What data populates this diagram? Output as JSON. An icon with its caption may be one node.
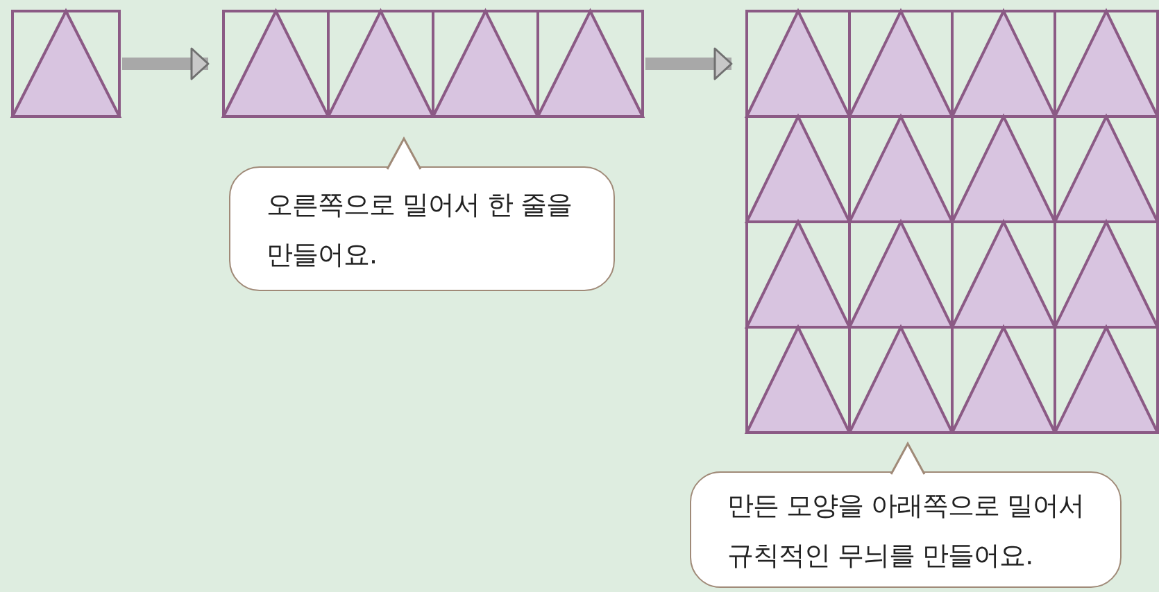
{
  "diagram": {
    "nodes": [
      {
        "text": [],
        "shape": "box"
      },
      {
        "text": [],
        "shape": "box"
      },
      {
        "text": [],
        "shape": "box"
      },
      {
        "text": [
          "오른쪽으로 밀어서 한 줄을 만들어요."
        ]
      },
      {
        "text": [
          "만든 모양을 아래쪽으로 밀어서 규칙적인 무늬를 만들어요."
        ]
      }
    ],
    "edges": [
      {
        "from": 0,
        "to": 1,
        "arrow": "to"
      },
      {
        "from": 1,
        "to": 2,
        "arrow": "to"
      }
    ]
  }
}
